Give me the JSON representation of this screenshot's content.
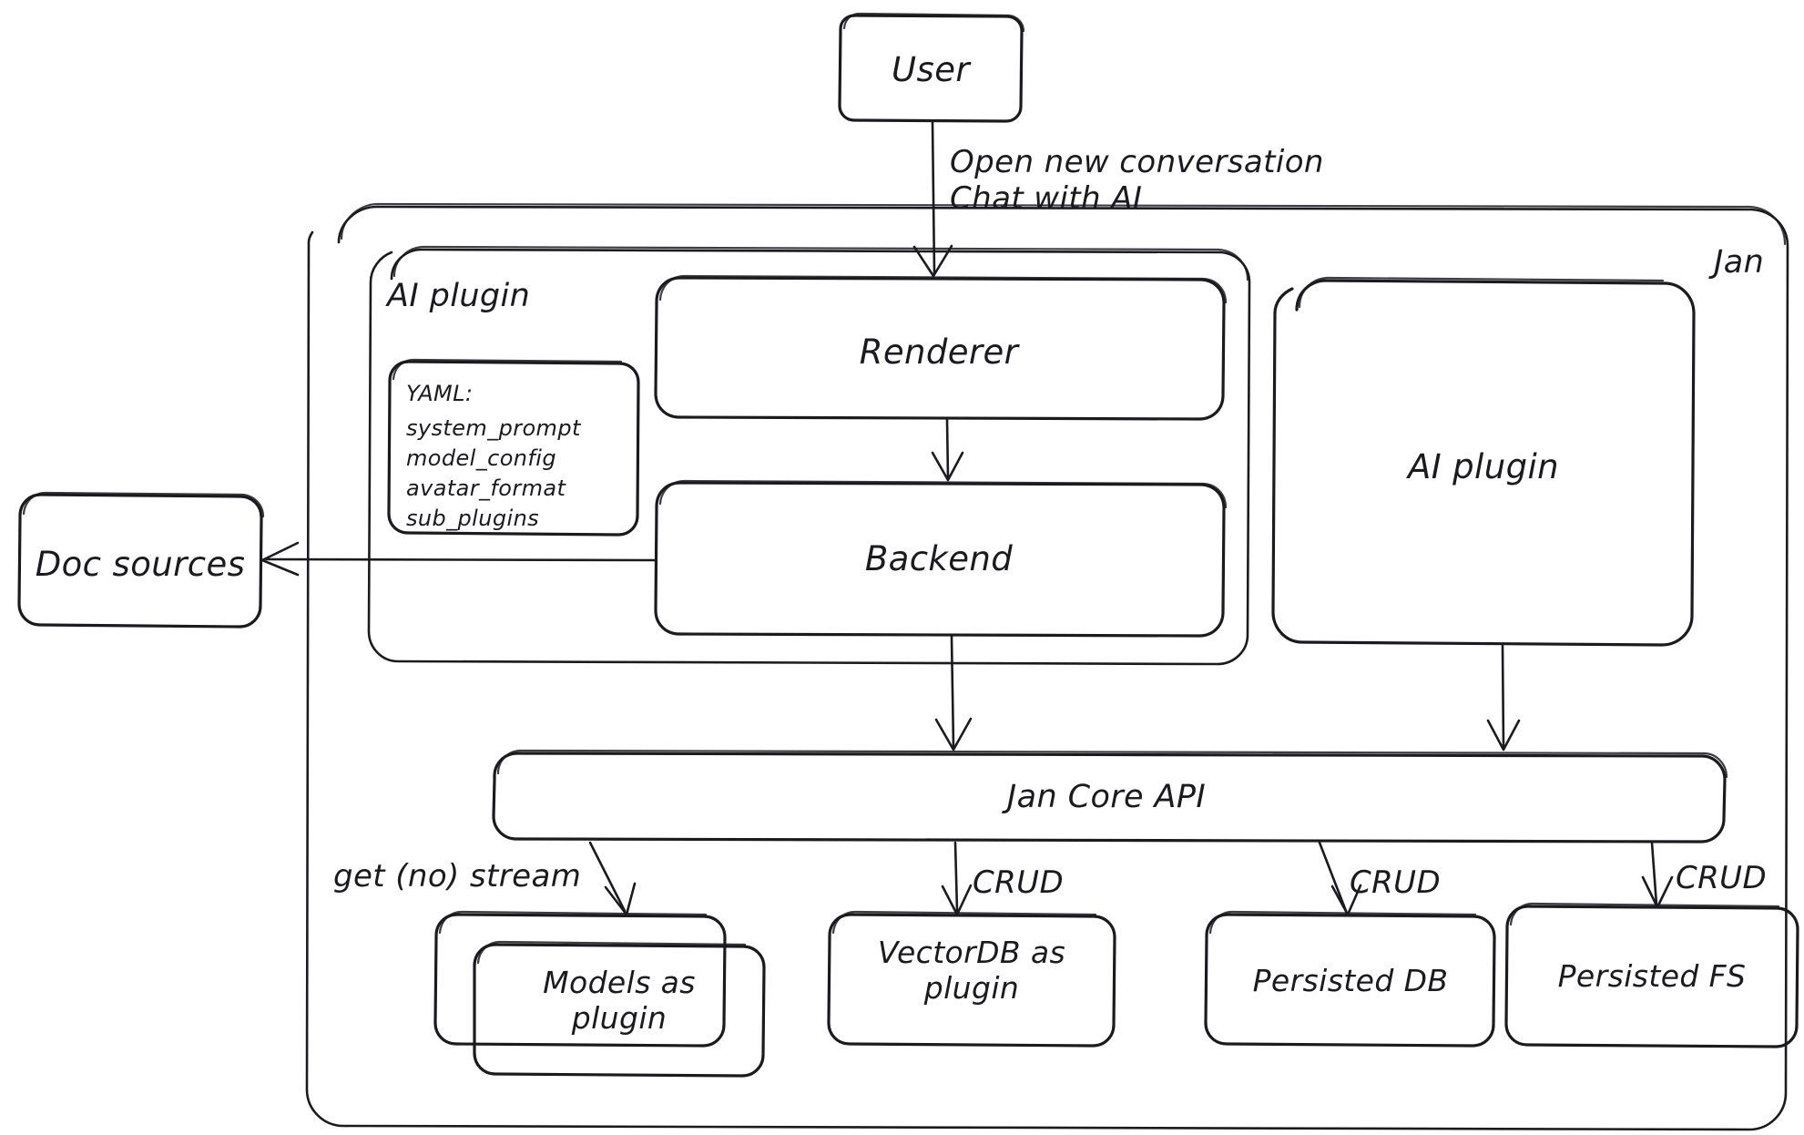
{
  "diagram": {
    "title": "Jan architecture overview",
    "style": "hand-drawn",
    "stroke_color": "#1b1b1f",
    "background_color": "#ffffff"
  },
  "nodes": {
    "user": {
      "label": "User"
    },
    "renderer": {
      "label": "Renderer"
    },
    "backend": {
      "label": "Backend"
    },
    "doc_sources": {
      "label": "Doc sources"
    },
    "ai_plugin_right": {
      "label": "AI plugin"
    },
    "jan_core_api": {
      "label": "Jan Core API"
    },
    "models_plugin": {
      "label": "Models as\nplugin"
    },
    "vectordb_plugin": {
      "label": "VectorDB as\nplugin"
    },
    "persisted_db": {
      "label": "Persisted DB"
    },
    "persisted_fs": {
      "label": "Persisted FS"
    }
  },
  "groups": {
    "jan": {
      "label": "Jan"
    },
    "ai_plugin": {
      "label": "AI plugin"
    }
  },
  "yaml_note": {
    "heading": "YAML:",
    "items": [
      "system_prompt",
      "model_config",
      "avatar_format",
      "sub_plugins"
    ]
  },
  "edges": {
    "user_to_renderer": {
      "label": "Open new conversation\nChat with AI"
    },
    "renderer_to_backend": {
      "label": ""
    },
    "backend_to_doc_sources": {
      "label": ""
    },
    "backend_to_core": {
      "label": ""
    },
    "ai_plugin_to_core": {
      "label": ""
    },
    "core_to_models": {
      "label": "get (no) stream"
    },
    "core_to_vectordb": {
      "label": "CRUD"
    },
    "core_to_persisted_db": {
      "label": "CRUD"
    },
    "core_to_persisted_fs": {
      "label": "CRUD"
    }
  }
}
